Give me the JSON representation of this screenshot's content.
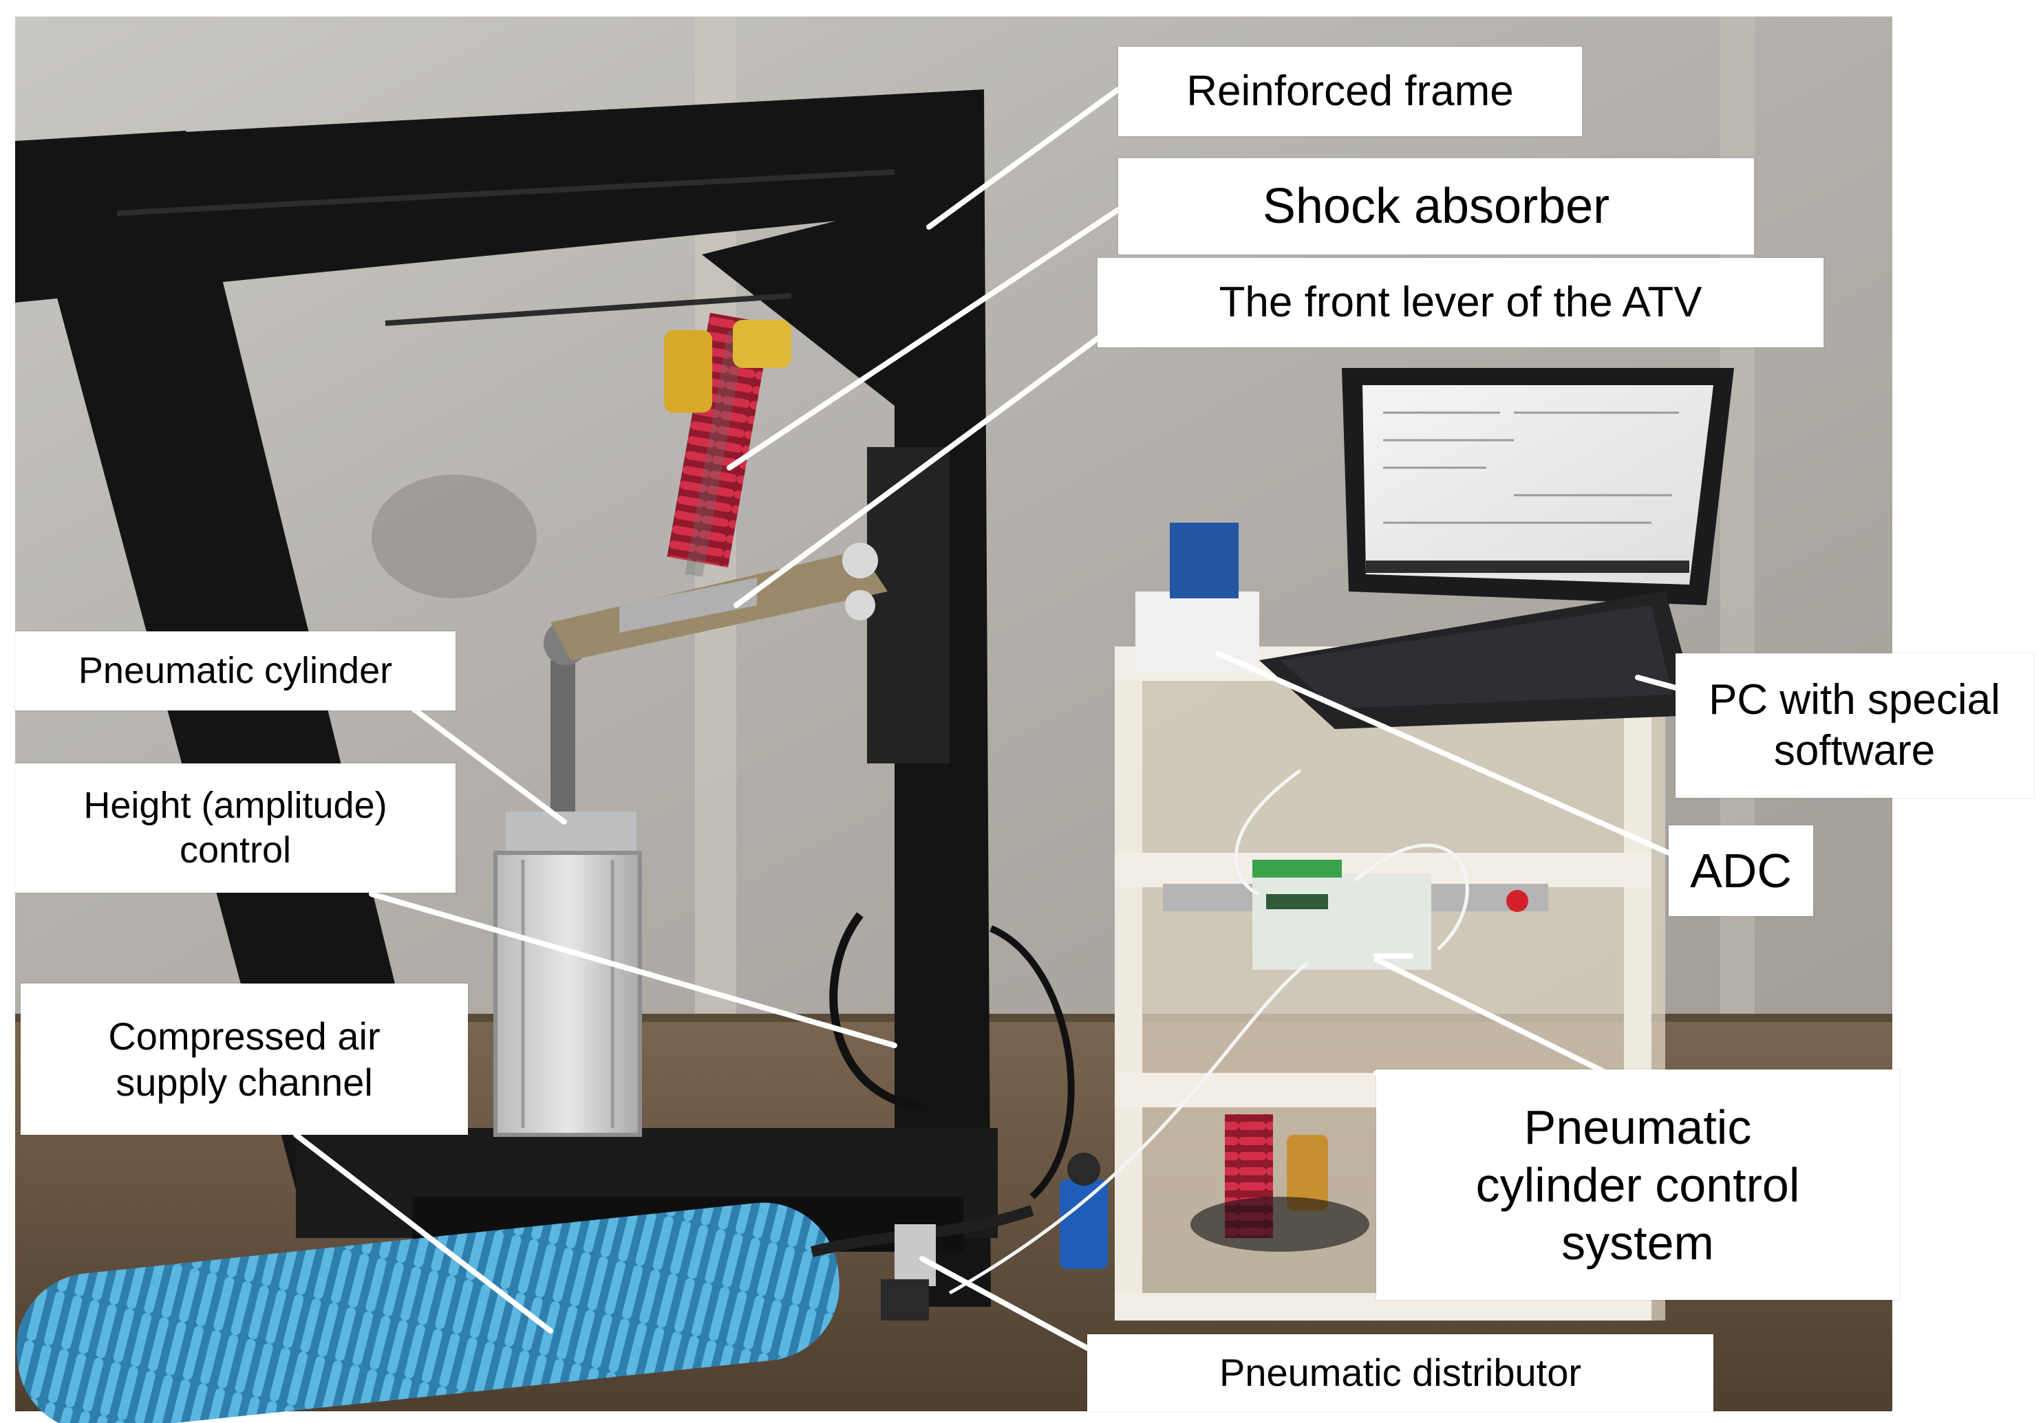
{
  "labels": {
    "reinforced_frame": "Reinforced frame",
    "shock_absorber": "Shock absorber",
    "front_lever": "The front lever of the ATV",
    "pneumatic_cylinder": "Pneumatic cylinder",
    "height_control": "Height (amplitude)\ncontrol",
    "compressed_air": "Compressed air\nsupply channel",
    "pc_software": "PC with special\nsoftware",
    "adc": "ADC",
    "control_system": "Pneumatic\ncylinder control\nsystem",
    "pneumatic_distributor": "Pneumatic distributor"
  },
  "colors": {
    "wall": "#b9b6b1",
    "floor": "#6e5a43",
    "frame": "#141414",
    "spring": "#c8263f",
    "reservoir": "#d6a928",
    "hose": "#3c9fd0",
    "cylinder": "#cfd0d0",
    "shelf": "#ece6da",
    "laptop": "#1b1b1d"
  }
}
